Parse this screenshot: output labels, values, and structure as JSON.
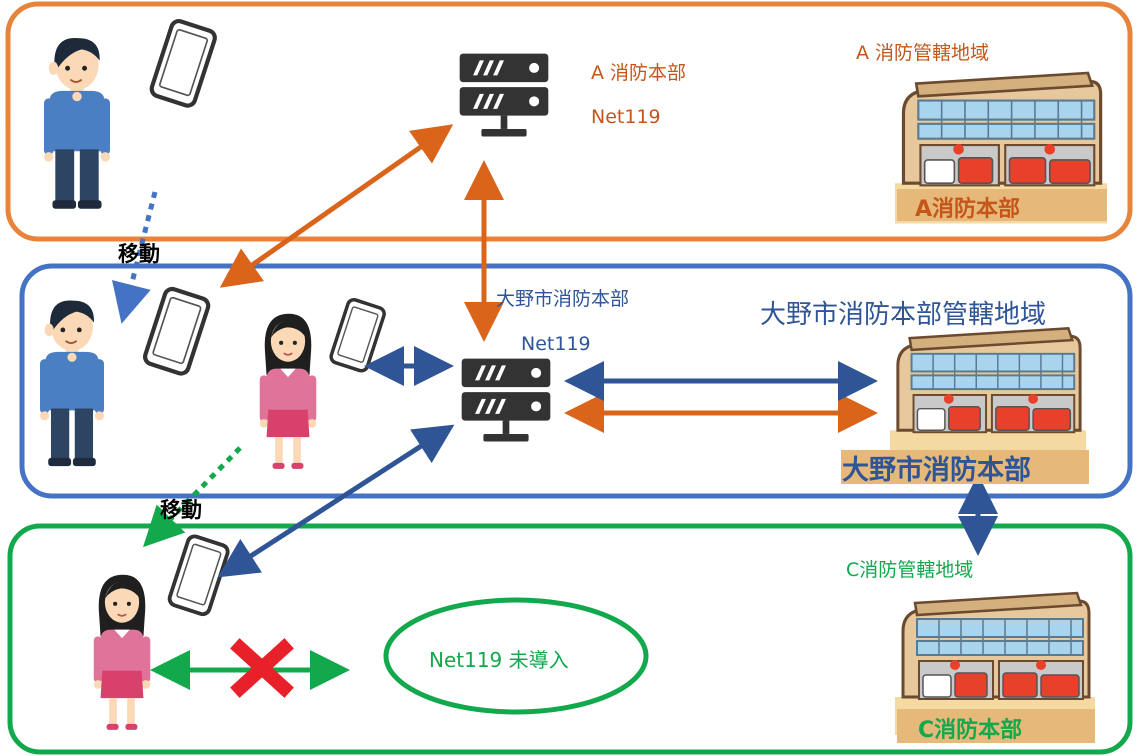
{
  "colors": {
    "orange": "#e8843a",
    "orange_arrow": "#d9641a",
    "blue": "#4472c4",
    "blue_arrow": "#2f5597",
    "green": "#12a84c",
    "red_x": "#e8202a"
  },
  "regions": {
    "a": {
      "server_name": "A 消防本部",
      "server_system": "Net119",
      "area_title": "A 消防管轄地域",
      "station_sign": "A消防本部"
    },
    "ono": {
      "server_name": "大野市消防本部",
      "server_system": "Net119",
      "area_title": "大野市消防本部管轄地域",
      "station_sign": "大野市消防本部"
    },
    "c": {
      "area_title": "C消防管轄地域",
      "station_sign": "C消防本部",
      "status": "Net119 未導入"
    }
  },
  "move_labels": {
    "first": "移動",
    "second": "移動"
  },
  "icons": [
    "person-male-icon",
    "person-female-icon",
    "smartphone-icon",
    "server-icon",
    "fire-station-icon",
    "cross-icon"
  ]
}
